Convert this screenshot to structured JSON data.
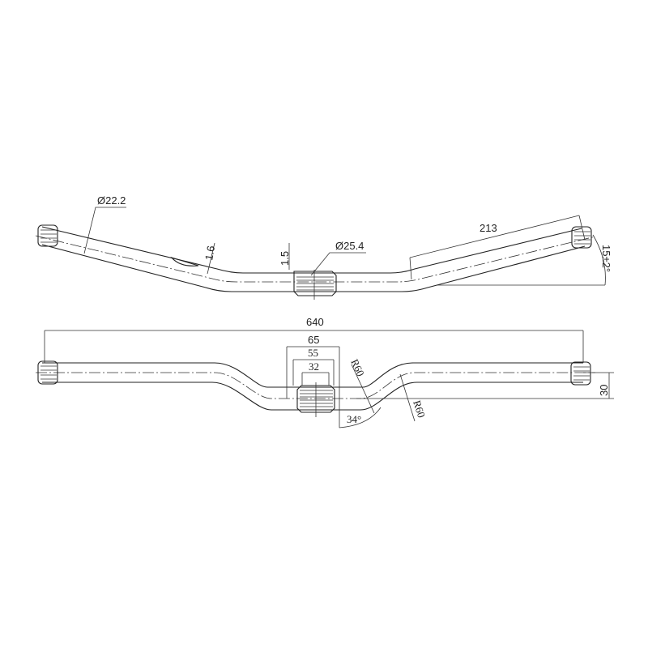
{
  "top_view": {
    "tube_diameter": "Ø22.2",
    "wall_thickness_bend": "1.6",
    "wall_thickness_center": "1.5",
    "clamp_diameter": "Ø25.4",
    "end_length": "213",
    "sweep_angle": "15±2°"
  },
  "front_view": {
    "overall_width": "640",
    "clamp_width_outer": "65",
    "clamp_width_middle": "55",
    "clamp_knurl_width": "32",
    "bend_radius_left": "R60",
    "bend_angle": "34°",
    "bend_radius_right": "R60",
    "rise": "30"
  }
}
